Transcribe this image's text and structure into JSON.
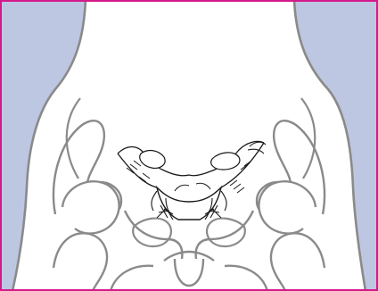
{
  "figure": {
    "caption": "",
    "colors": {
      "frame_border": "#d4198a",
      "background_tint": "#bdc7e2",
      "body_fill": "#ffffff",
      "outline_gray": "#8a8a8a",
      "line_black": "#1a1a1a"
    },
    "parts": [
      "torso-silhouette",
      "pelvis-bones",
      "hip-joints",
      "uterus",
      "ovaries",
      "fallopian-tubes",
      "ligaments",
      "bladder"
    ]
  }
}
